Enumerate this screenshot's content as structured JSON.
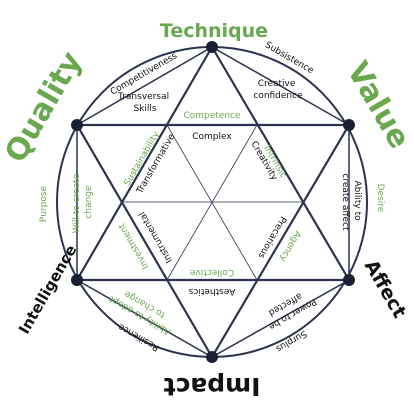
{
  "colors": {
    "line": "#2b3350",
    "green": "#6aa84f",
    "dark": "#111111",
    "node": "#1b1f33",
    "background": "#ffffff"
  },
  "outer": {
    "technique": "Technique",
    "value": "Value",
    "affect": "Affect",
    "impact": "Impact",
    "intelligence": "Intelligence",
    "quality": "Quality"
  },
  "ring": {
    "competitiveness": "Competitiveness",
    "subsistence": "Subsistence",
    "desire": "Desire",
    "surplus": "Surplus",
    "resilience": "Resilience",
    "purpose": "Purpose"
  },
  "corners": {
    "transversal": [
      "Transversal",
      "Skills"
    ],
    "creative": [
      "Creative",
      "confidence"
    ],
    "ability_create": [
      "Ability to",
      "create affect"
    ],
    "power": [
      "Power to be",
      "affected"
    ],
    "adapt": [
      "Ability to adapt",
      "to change"
    ],
    "will": [
      "Will to create",
      "change"
    ]
  },
  "edges": {
    "competence": "Competence",
    "intrinsic": "Intrinsic",
    "agency": "Agency",
    "collective": "Collective",
    "investment": "Investment",
    "sustainability": "Sustainability"
  },
  "inner": {
    "complex": "Complex",
    "creativity": "Creativity",
    "precarious": "Precarious",
    "aesthetics": "Aesthetics",
    "instrumental": "Instrumental",
    "transformative": "Transformative"
  }
}
